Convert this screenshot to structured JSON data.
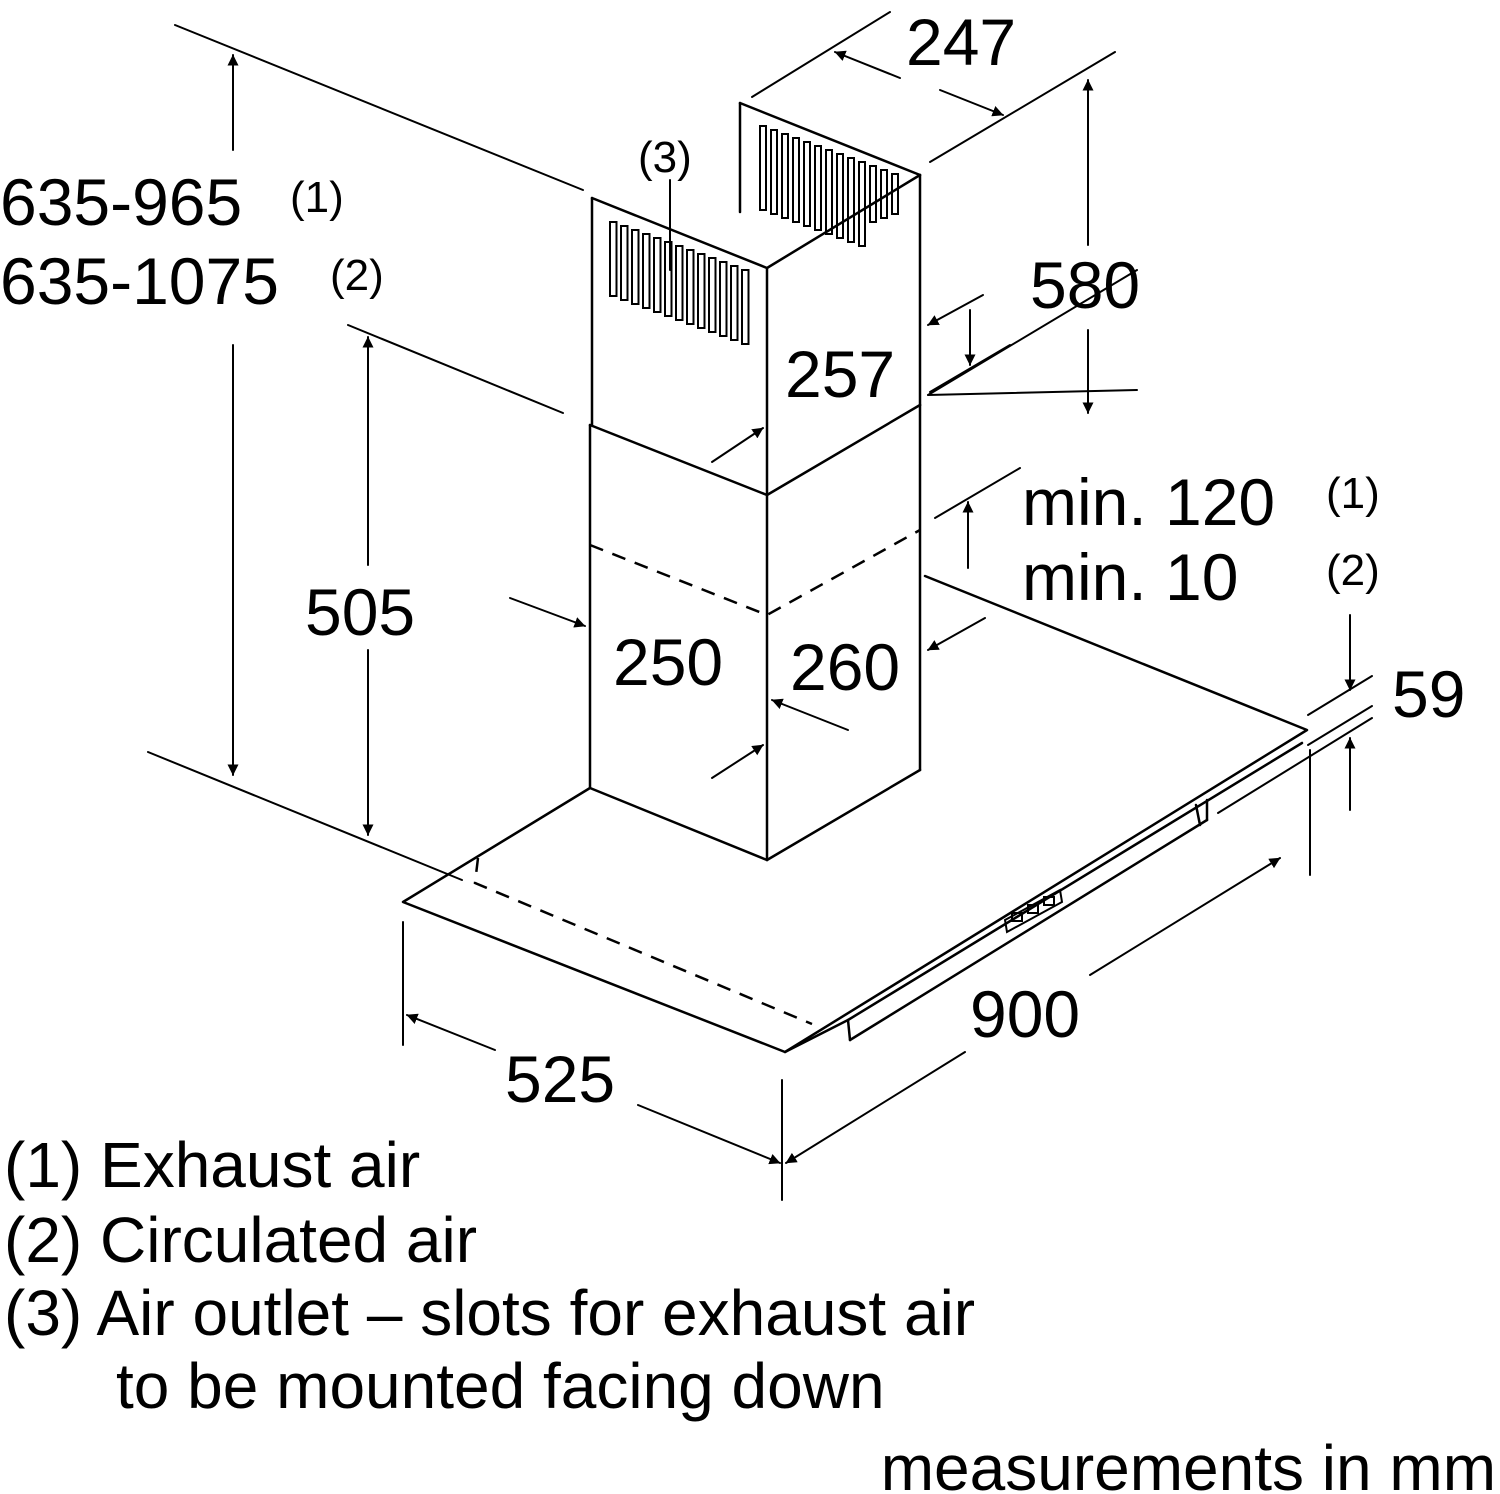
{
  "dimensions": {
    "total_height_exhaust": "635-965",
    "total_height_exhaust_note": "(1)",
    "total_height_circ": "635-1075",
    "total_height_circ_note": "(2)",
    "lower_chimney_height": "505",
    "upper_depth": "247",
    "upper_height": "580",
    "upper_width": "257",
    "outlet_ref": "(3)",
    "lower_depth": "250",
    "lower_width": "260",
    "min_exhaust": "min. 120",
    "min_exhaust_note": "(1)",
    "min_circ": "min. 10",
    "min_circ_note": "(2)",
    "canopy_thickness": "59",
    "canopy_depth": "525",
    "canopy_width": "900"
  },
  "legend": {
    "item1": "(1) Exhaust air",
    "item2": "(2) Circulated air",
    "item3_line1": "(3) Air outlet – slots for exhaust air",
    "item3_line2": "to be mounted facing down"
  },
  "footer": {
    "units": "measurements in mm"
  }
}
